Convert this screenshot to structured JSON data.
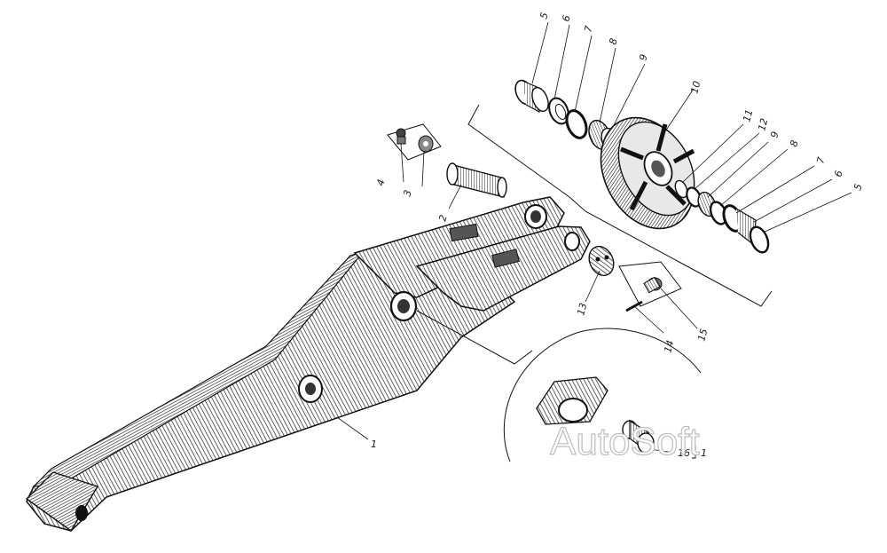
{
  "diagram": {
    "labels": {
      "l1": "1",
      "l2": "2",
      "l3": "3",
      "l4": "4",
      "l5a": "5",
      "l6a": "6",
      "l7a": "7",
      "l8a": "8",
      "l9a": "9",
      "l10": "10",
      "l11": "11",
      "l12": "12",
      "l9b": "9",
      "l8b": "8",
      "l7b": "7",
      "l6b": "6",
      "l5b": "5",
      "l13": "13",
      "l14": "14",
      "l15": "15",
      "l16": "16",
      "l1b": "1"
    },
    "watermark": "AutoSoft"
  }
}
